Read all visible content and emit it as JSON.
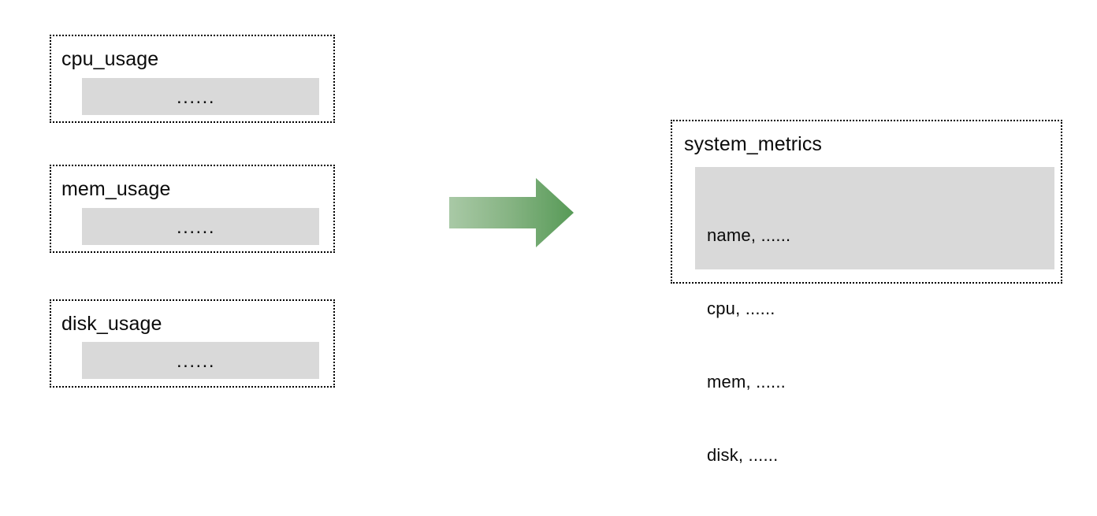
{
  "diagram": {
    "type": "data-aggregation-flow",
    "background_color": "#ffffff",
    "panel_fill_color": "#d9d9d9",
    "border_color": "#000000",
    "sources": [
      {
        "id": "cpu",
        "title": "cpu_usage",
        "body": "......"
      },
      {
        "id": "mem",
        "title": "mem_usage",
        "body": "......"
      },
      {
        "id": "disk",
        "title": "disk_usage",
        "body": "......"
      }
    ],
    "arrow": {
      "name": "merge-arrow",
      "direction": "right",
      "gradient_start_color": "#a9c9a6",
      "gradient_end_color": "#579a57"
    },
    "target": {
      "id": "system_metrics",
      "title": "system_metrics",
      "lines": [
        "name, ......",
        "cpu, ......",
        "mem, ......",
        "disk, ......"
      ]
    }
  }
}
